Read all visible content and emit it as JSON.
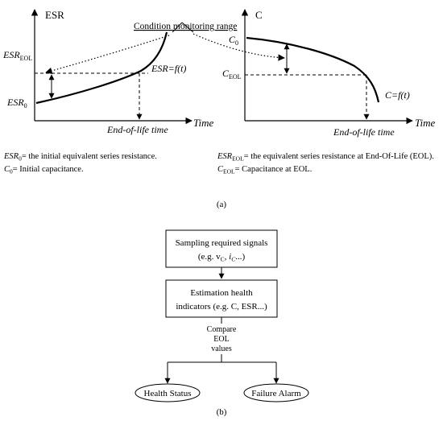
{
  "panel_a": {
    "esr_chart": {
      "y_axis_label": "ESR",
      "x_axis_label": "Time",
      "esr0_main": "ESR",
      "esr0_sub": "0",
      "esr_eol_main": "ESR",
      "esr_eol_sub": "EOL",
      "curve_label": "ESR=f(t)",
      "eol_time_label": "End-of-life time"
    },
    "range_label": "Condition monitoring range",
    "cap_chart": {
      "y_axis_label": "C",
      "x_axis_label": "Time",
      "c0_main": "C",
      "c0_sub": "0",
      "c_eol_main": "C",
      "c_eol_sub": "EOL",
      "curve_label": "C=f(t)",
      "eol_time_label": "End-of-life time"
    },
    "legend": {
      "esr0": {
        "main": "ESR",
        "sub": "0",
        "text": "= the initial equivalent series resistance."
      },
      "c0": {
        "main": "C",
        "sub": "0",
        "text": "= Initial capacitance."
      },
      "esr_eol": {
        "main": "ESR",
        "sub": "EOL",
        "text": "= the equivalent series resistance at End-Of-Life (EOL)."
      },
      "c_eol": {
        "main": "C",
        "sub": "EOL",
        "text": "= Capacitance at EOL."
      }
    },
    "caption": "(a)"
  },
  "panel_b": {
    "box1_line1": "Sampling required signals",
    "box1_prefix": "(e.g. v",
    "box1_sub1": "C",
    "box1_sep": ", ",
    "box1_i": "i",
    "box1_sub2": "C",
    "box1_suffix": "...)",
    "box2_line1": "Estimation health",
    "box2_line2": "indicators (e.g. C, ESR...)",
    "compare_line1": "Compare",
    "compare_line2": "EOL",
    "compare_line3": "values",
    "health_status": "Health Status",
    "failure_alarm": "Failure Alarm",
    "caption": "(b)"
  }
}
